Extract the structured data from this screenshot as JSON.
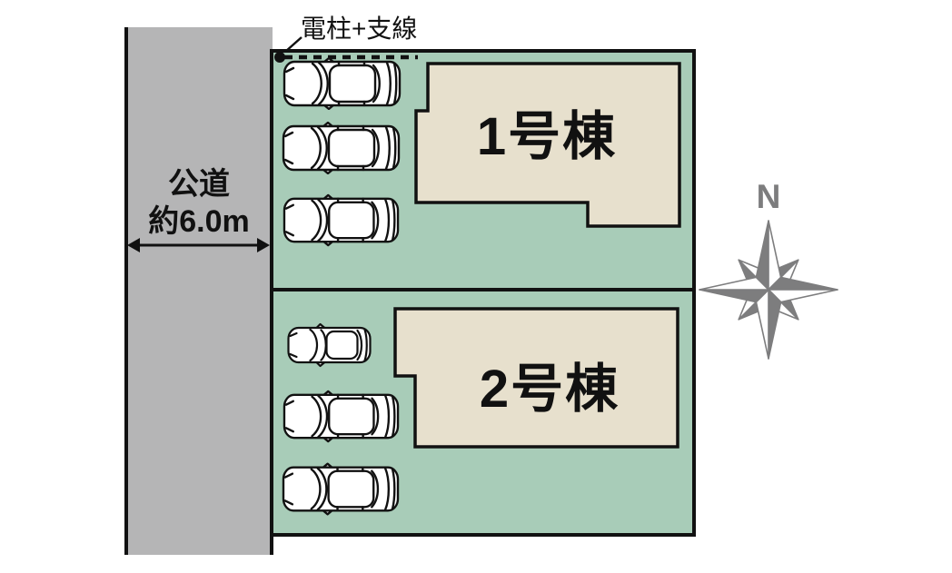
{
  "scene": {
    "type": "residential-site-plan",
    "background_color": "#ffffff",
    "outline_color": "#111111"
  },
  "road": {
    "name": "公道",
    "width_label": "約6.0m",
    "color": "#b5b5b6"
  },
  "utility": {
    "label": "電柱+支線"
  },
  "lots": {
    "ground_color": "#a8ccb8",
    "building_color": "#e7e0cd",
    "lot1": {
      "building": "1号棟",
      "parked_cars": 3
    },
    "lot2": {
      "building": "2号棟",
      "parked_cars": 3
    }
  },
  "compass": {
    "north_label": "N",
    "color": "#7d7d7e"
  },
  "cars": {
    "lot1_sedans": 3,
    "lot2_sedans": 2,
    "lot2_compacts": 1,
    "facing": "left"
  }
}
